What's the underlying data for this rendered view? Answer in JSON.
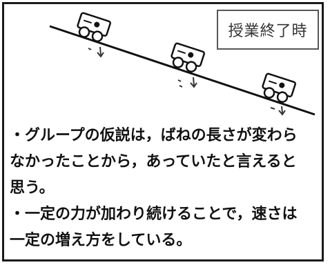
{
  "stamp": {
    "label": "授業終了時"
  },
  "notes": {
    "lines": [
      "・グループの仮説は，ばねの長さが変わら",
      "なかったことから，あっていたと言えると",
      "思う。",
      "・一定の力が加わり続けることで，速さは",
      "一定の増え方をしている。"
    ]
  },
  "colors": {
    "ink": "#111111",
    "border": "#1a1a1a",
    "stamp_border": "#555555"
  }
}
